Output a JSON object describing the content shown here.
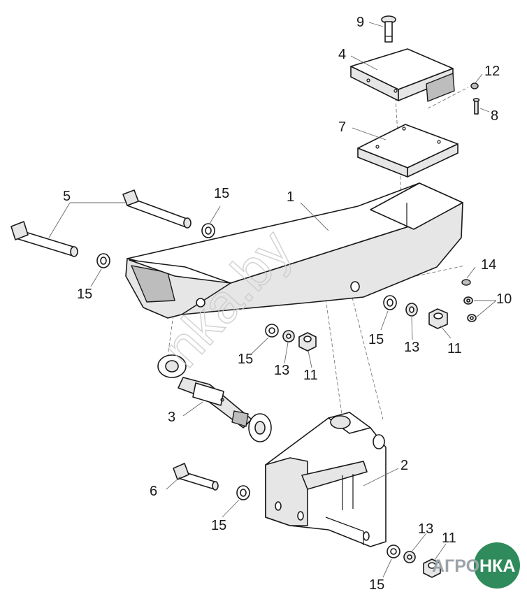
{
  "callouts": {
    "n1": "1",
    "n2": "2",
    "n3": "3",
    "n4": "4",
    "n5": "5",
    "n6": "6",
    "n7": "7",
    "n8": "8",
    "n9": "9",
    "n10": "10",
    "n11": "11",
    "n12": "12",
    "n13": "13",
    "n14": "14",
    "n15": "15"
  },
  "watermark": {
    "text": "nka.by"
  },
  "logo": {
    "left": "АГРО",
    "right": "НКА",
    "left_color": "#9aa3a8",
    "right_color": "#ffffff",
    "circle_color": "#2f8a5c"
  }
}
